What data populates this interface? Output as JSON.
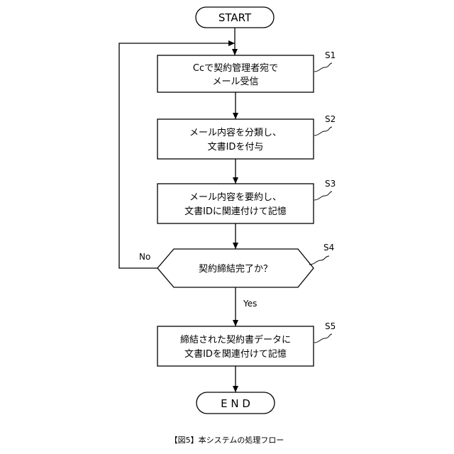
{
  "flowchart": {
    "start": {
      "label": "START"
    },
    "steps": [
      {
        "id": "S1",
        "lines": [
          "Ccで契約管理者宛で",
          "メール受信"
        ]
      },
      {
        "id": "S2",
        "lines": [
          "メール内容を分類し、",
          "文書IDを付与"
        ]
      },
      {
        "id": "S3",
        "lines": [
          "メール内容を要約し、",
          "文書IDに関連付けて記憶"
        ]
      }
    ],
    "decision": {
      "id": "S4",
      "label": "契約締結完了か？",
      "no_label": "No",
      "yes_label": "Yes"
    },
    "final_step": {
      "id": "S5",
      "lines": [
        "締結された契約書データに",
        "文書IDを関連付けて記憶"
      ]
    },
    "end": {
      "label": "E N D"
    }
  },
  "caption": "【図5】本システムの処理フロー"
}
